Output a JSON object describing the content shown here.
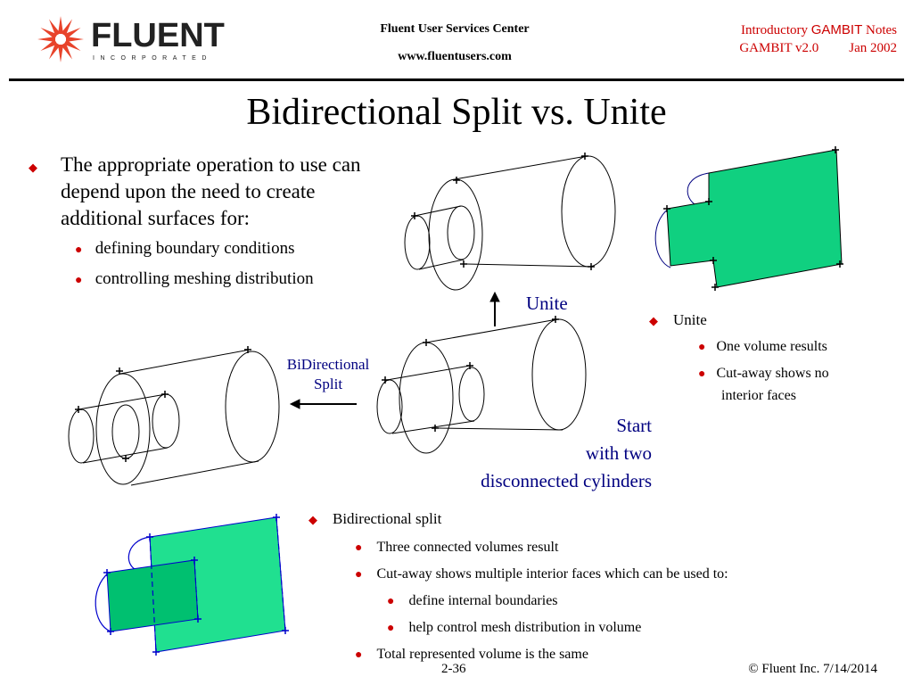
{
  "header": {
    "logo_text": "FLUENT",
    "logo_subtext": "INCORPORATED",
    "center_line1": "Fluent User Services Center",
    "center_line2": "www.fluentusers.com",
    "right_line1_a": "Introductory ",
    "right_line1_b": "GAMBIT",
    "right_line1_c": " Notes",
    "right_line2_a": "GAMBIT v2.0",
    "right_line2_b": "Jan 2002"
  },
  "title": "Bidirectional Split vs. Unite",
  "intro": {
    "line1": "The appropriate operation to use can",
    "line2": "depend upon the need to create",
    "line3": "additional surfaces for:",
    "sub1": "defining boundary conditions",
    "sub2": "controlling meshing distribution"
  },
  "labels": {
    "unite": "Unite",
    "bidir_line1": "BiDirectional",
    "bidir_line2": "Split",
    "start_line1": "Start",
    "start_line2": "with two",
    "start_line3": "disconnected cylinders"
  },
  "unite_notes": {
    "heading": "Unite",
    "item1": "One volume results",
    "item2_line1": "Cut-away shows no",
    "item2_line2": "interior faces"
  },
  "split_notes": {
    "heading": "Bidirectional split",
    "item1": "Three connected volumes result",
    "item2": "Cut-away shows multiple interior faces which can be used to:",
    "sub1": "define internal boundaries",
    "sub2": "help control mesh distribution in volume",
    "item3": "Total represented volume is the same"
  },
  "footer": {
    "page": "2-36",
    "copyright": "© Fluent Inc. 7/14/2014"
  },
  "colors": {
    "accent": "#cc0000",
    "label_blue": "#000080",
    "green_face": "#20d08a",
    "green_dark": "#10c070"
  }
}
